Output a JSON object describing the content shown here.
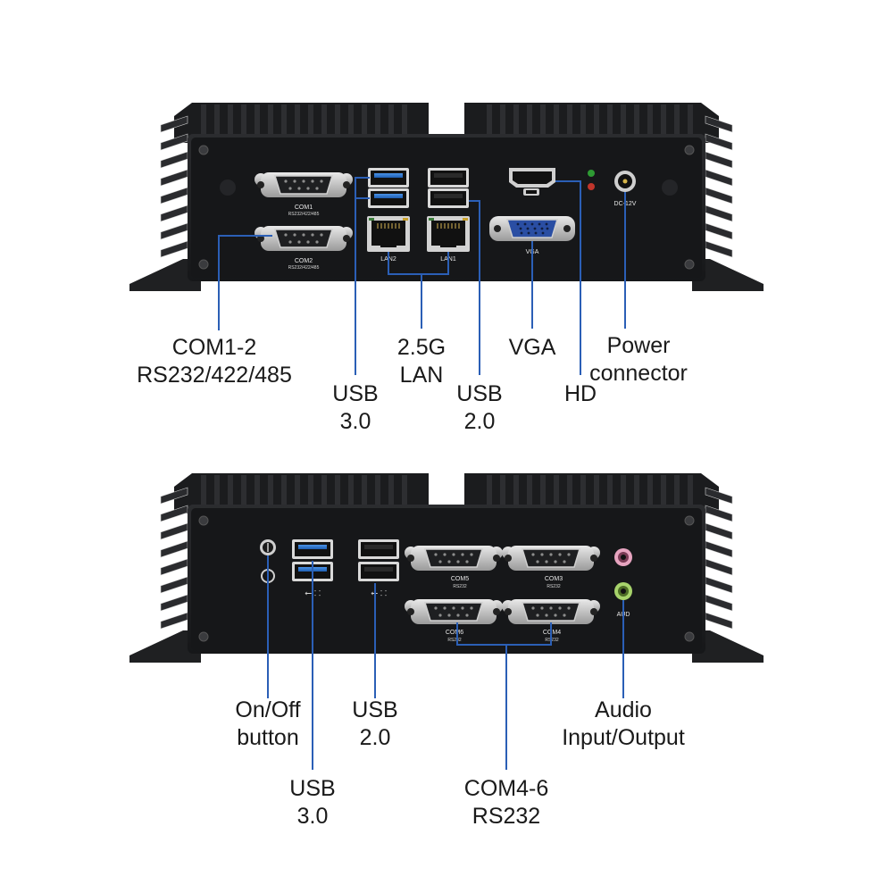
{
  "colors": {
    "chassis": "#1c1d1f",
    "panel": "#141517",
    "fins": "#2a2b2e",
    "callout_line": "#2b5fb6",
    "usb3_blue": "#2e7bd6",
    "text": "#1a1a1a"
  },
  "top_panel": {
    "port_labels": {
      "com1": "COM1",
      "com1_sub": "RS232/422/485",
      "com2": "COM2",
      "com2_sub": "RS232/422/485",
      "lan2": "LAN2",
      "lan1": "LAN1",
      "vga": "VGA",
      "dc": "DC-12V"
    },
    "callouts": {
      "com": [
        "COM1-2",
        "RS232/422/485"
      ],
      "usb3": [
        "USB",
        "3.0"
      ],
      "lan": [
        "2.5G",
        "LAN"
      ],
      "usb2": [
        "USB",
        "2.0"
      ],
      "vga": [
        "VGA"
      ],
      "hd": [
        "HD"
      ],
      "power": [
        "Power",
        "connector"
      ]
    }
  },
  "bottom_panel": {
    "port_labels": {
      "com5": "COM5",
      "com5_sub": "RS232",
      "com3": "COM3",
      "com3_sub": "RS232",
      "com6": "COM6",
      "com6_sub": "RS232",
      "com4": "COM4",
      "com4_sub": "RS232",
      "aud": "AUD"
    },
    "callouts": {
      "power_button": [
        "On/Off",
        "button"
      ],
      "usb2": [
        "USB",
        "2.0"
      ],
      "usb3": [
        "USB",
        "3.0"
      ],
      "com": [
        "COM4-6",
        "RS232"
      ],
      "audio": [
        "Audio",
        "Input/Output"
      ]
    }
  },
  "icons": [
    "db9-serial-port-icon",
    "usb-port-icon",
    "rj45-port-icon",
    "vga-port-icon",
    "hdmi-port-icon",
    "led-indicator-icon",
    "dc-jack-icon",
    "power-button-icon",
    "audio-jack-icon",
    "usb-symbol-icon"
  ]
}
